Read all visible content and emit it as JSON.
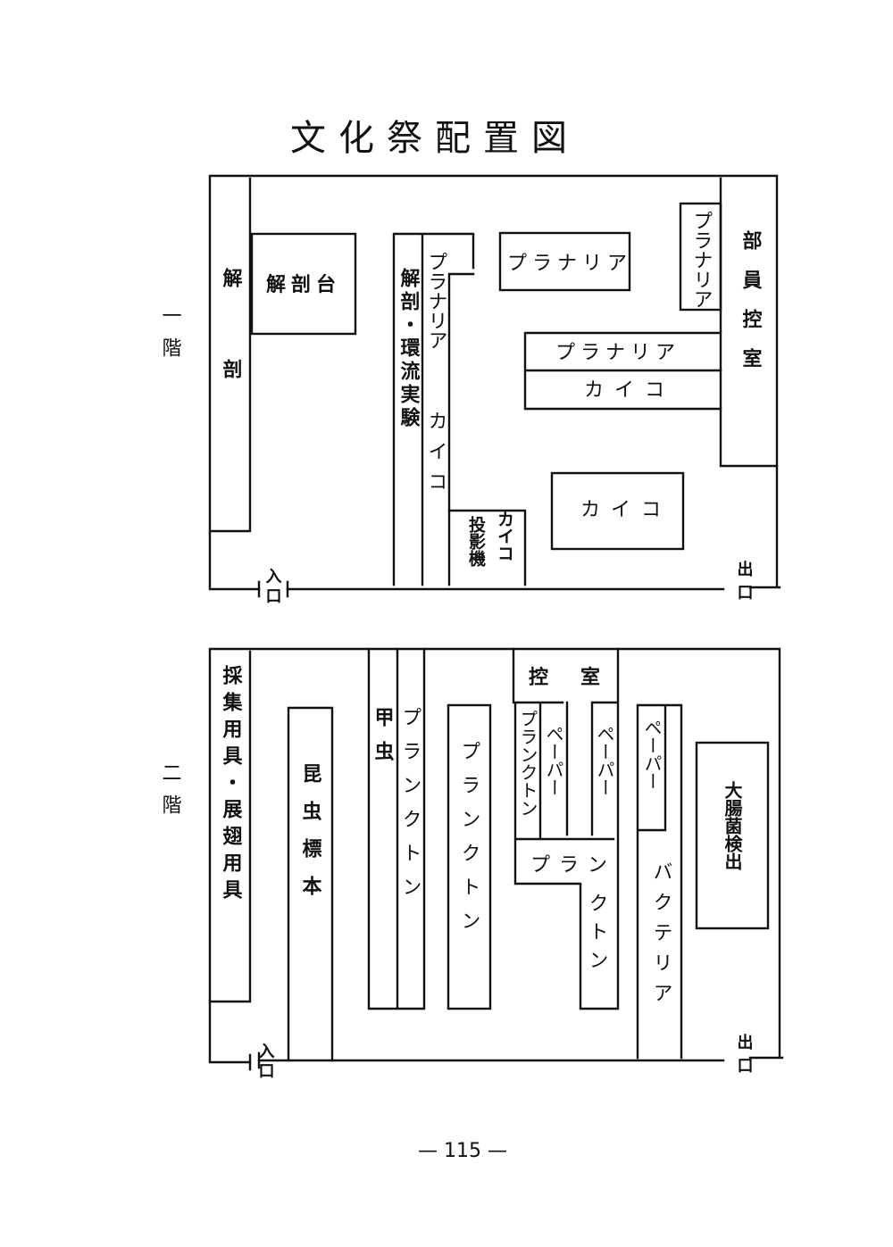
{
  "title": "文化祭配置図",
  "page_number": "— 115 —",
  "floor1": {
    "label": "一階",
    "rooms": {
      "dissection_strip": "解剖",
      "dissection_table": "解剖台",
      "dissection_circulation": "解剖・環流実験",
      "planaria_col": "プラナリア",
      "kaiko_col": "カイコ",
      "planaria_box": "プラナリア",
      "planaria_vertical": "プラナリア",
      "staff_room": "部員控室",
      "planaria_row": "プラナリア",
      "kaiko_row": "カイコ",
      "projector": "投影機",
      "projector_kaiko": "カイコ",
      "kaiko_box": "カイコ"
    },
    "entrance": "入口",
    "exit": "出口"
  },
  "floor2": {
    "label": "二階",
    "rooms": {
      "collecting_tools": "採集用具・展翅用具",
      "insect_specimens": "昆虫標本",
      "beetles": "甲虫",
      "plankton_a": "プランクトン",
      "plankton_b": "プランクトン",
      "waiting_room": "控室",
      "plankton_c": "プランクトン",
      "paper_a": "ペーパー",
      "paper_b": "ペーパー",
      "plankton_d_top": "プラン",
      "plankton_d_bottom": "クトン",
      "paper_c": "ペーパー",
      "bacteria": "バクテリア",
      "ecoli_detection": "大腸菌検出"
    },
    "entrance": "入口",
    "exit": "出口"
  }
}
